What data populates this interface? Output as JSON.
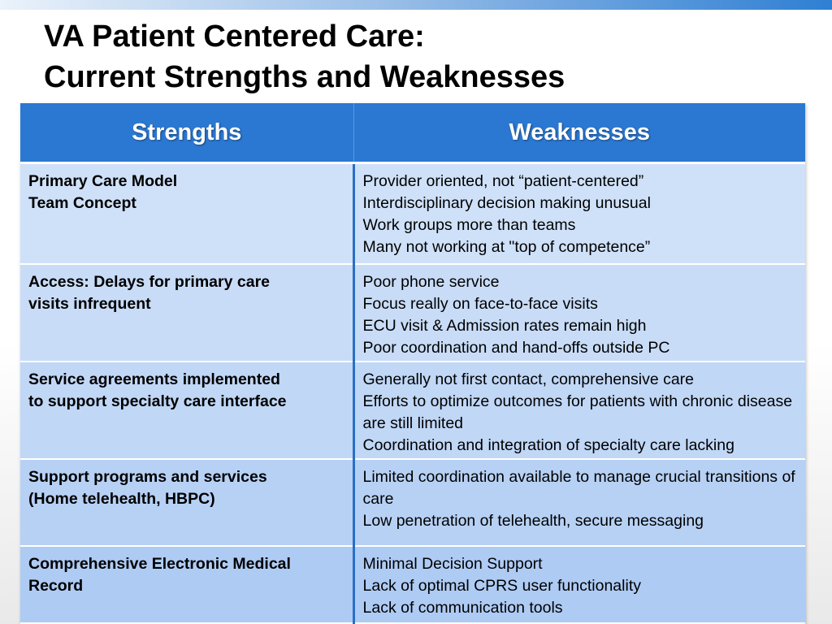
{
  "slide": {
    "title_line1": "VA Patient Centered Care:",
    "title_line2": "Current Strengths and Weaknesses"
  },
  "table": {
    "headers": [
      "Strengths",
      "Weaknesses"
    ],
    "rows": [
      {
        "strength": [
          "Primary Care Model",
          "Team Concept"
        ],
        "weaknesses": [
          "Provider oriented, not “patient-centered”",
          "Interdisciplinary decision making unusual",
          "Work groups more than teams",
          "Many not working at \"top of competence”"
        ]
      },
      {
        "strength": [
          "Access: Delays for primary care",
          "visits infrequent"
        ],
        "weaknesses": [
          "Poor phone service",
          "Focus really on face-to-face visits",
          "ECU visit & Admission rates remain high",
          "Poor coordination and hand-offs outside PC"
        ]
      },
      {
        "strength": [
          "Service agreements implemented",
          "to support specialty care interface"
        ],
        "weaknesses": [
          "Generally not first contact, comprehensive care",
          "Efforts to optimize outcomes for patients with chronic disease are still limited",
          "Coordination and integration of specialty care lacking"
        ]
      },
      {
        "strength": [
          "Support programs and services",
          "(Home telehealth, HBPC)"
        ],
        "weaknesses": [
          "Limited coordination available to manage crucial transitions of care",
          "Low penetration of telehealth, secure messaging"
        ]
      },
      {
        "strength": [
          "Comprehensive Electronic Medical Record"
        ],
        "weaknesses": [
          "Minimal Decision Support",
          "Lack of optimal CPRS user functionality",
          "Lack of communication tools"
        ]
      }
    ]
  }
}
